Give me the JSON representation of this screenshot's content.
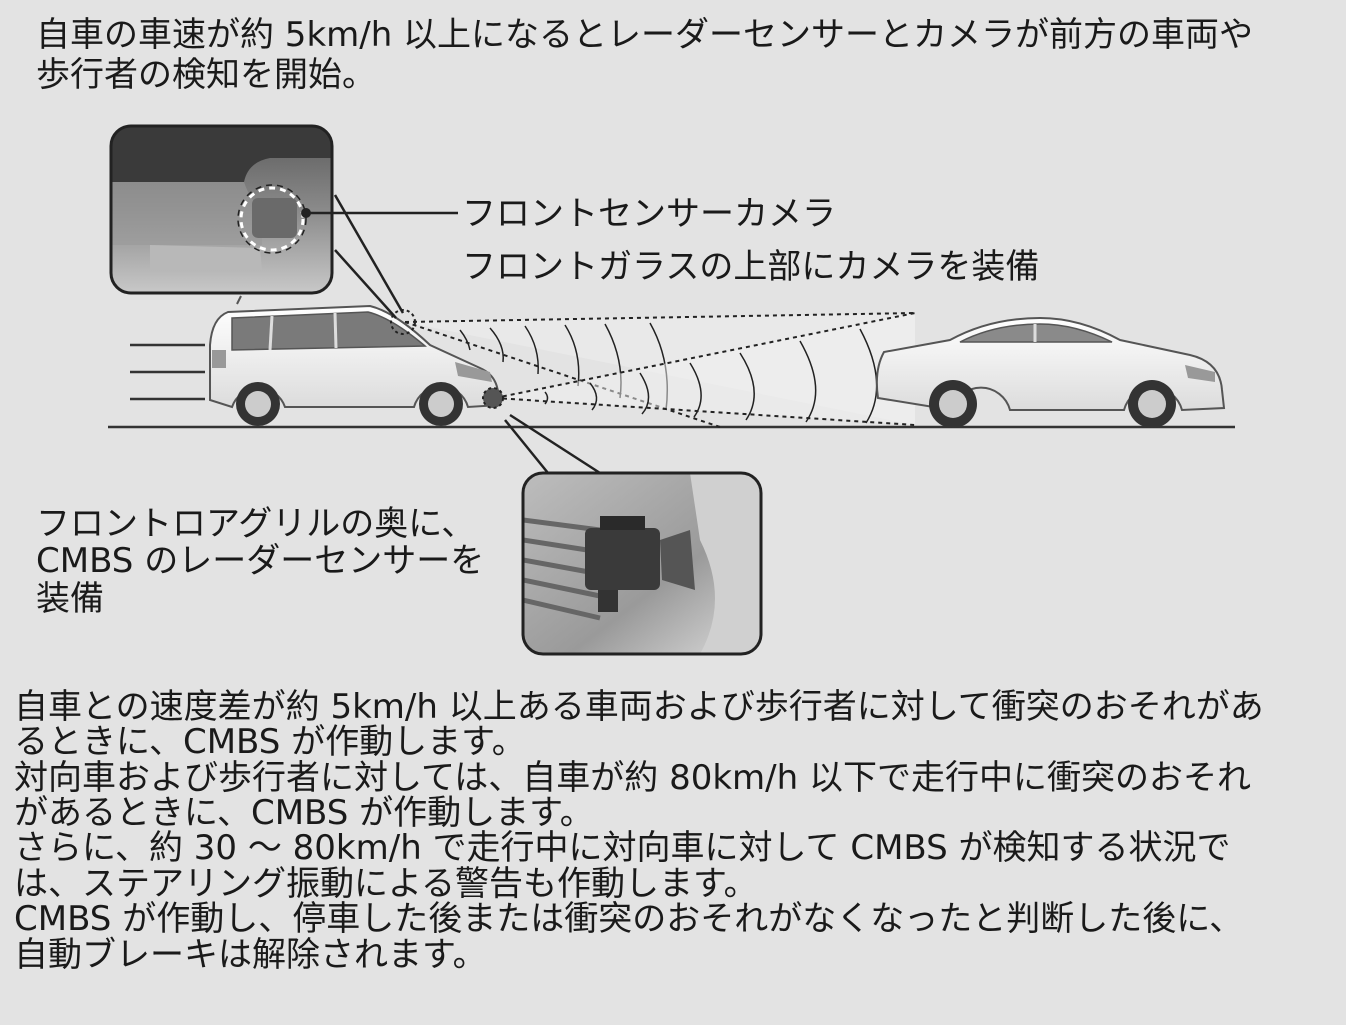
{
  "intro": {
    "lines": [
      "自車の車速が約 5km/h 以上になるとレーダーセンサーとカメラが前方の車両や",
      "歩行者の検知を開始。"
    ]
  },
  "camera_callout": {
    "lines": [
      "フロントセンサーカメラ",
      "フロントガラスの上部にカメラを装備"
    ]
  },
  "radar_callout": {
    "lines": [
      "フロントロアグリルの奥に、",
      "CMBS のレーダーセンサーを",
      "装備"
    ]
  },
  "body": {
    "lines": [
      "自車との速度差が約 5km/h 以上ある車両および歩行者に対して衝突のおそれがあ",
      "るときに、CMBS が作動します。",
      "対向車および歩行者に対しては、自車が約 80km/h 以下で走行中に衝突のおそれ",
      "があるときに、CMBS が作動します。",
      "さらに、約 30 〜 80km/h で走行中に対向車に対して CMBS が検知する状況で",
      "は、ステアリング振動による警告も作動します。",
      "CMBS が作動し、停車した後または衝突のおそれがなくなったと判断した後に、",
      "自動ブレーキは解除されます。"
    ]
  },
  "colors": {
    "background": "#e3e3e3",
    "text": "#1a1a1a",
    "callout_border": "#222222"
  }
}
